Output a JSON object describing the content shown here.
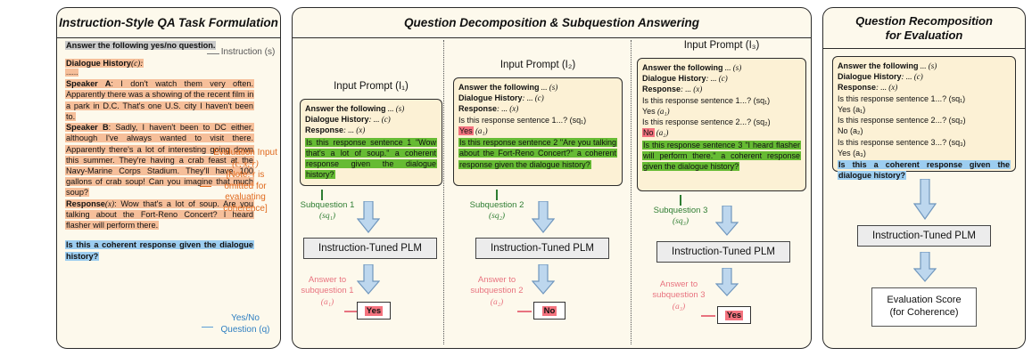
{
  "panels": {
    "left": {
      "title": "Instruction-Style QA Task Formulation",
      "instruction_text": "Answer the following yes/no question.",
      "dialogue_history_label": "Dialogue History",
      "dialogue_history_var": "(c):",
      "ellipsis": "......",
      "speaker_a": "Speaker A",
      "speaker_a_text": ": I don't watch them very often. Apparently there was a showing of the recent film in a park in D.C. That's one U.S. city I haven't been to.",
      "speaker_b": "Speaker B",
      "speaker_b_text": ": Sadly, I haven't been to DC either, although I've always wanted to visit there. Apparently there's a lot of interesting going down this summer. They're having a crab feast at the Navy-Marine Corps Stadium. They'll have 100 gallons of crab soup! Can you imagine that much soup?",
      "response_label": "Response",
      "response_var": "(x)",
      "response_text": ": Wow that's a lot of soup. Are you talking about the Fort-Reno Concert? I heard flasher will perform there.",
      "question_text": "Is this a coherent response given the dialogue history?",
      "ann_instruction": "Instruction (s)",
      "ann_eval_input_line1": "Evaluation Input",
      "ann_eval_input_line2": "(c, x, r)",
      "ann_eval_input_line3": "[Note: r is",
      "ann_eval_input_line4": "omitted for",
      "ann_eval_input_line5": "evaluating",
      "ann_eval_input_line6": "coherence]",
      "ann_yesno_line1": "Yes/No",
      "ann_yesno_line2": "Question (q)"
    },
    "middle": {
      "title": "Question Decomposition & Subquestion Answering",
      "columns": [
        {
          "prompt_label": "Input Prompt (I₁)",
          "lines": [
            {
              "bold_part": "Answer the following",
              "rest": " ... (s)"
            },
            {
              "bold_part": "Dialogue History",
              "rest": ": ... (c)"
            },
            {
              "bold_part": "Response",
              "rest": ": ... (x)"
            }
          ],
          "highlighted_question": "Is this response sentence 1 \"Wow that's a lot of soup.\" a coherent response given the dialogue history?",
          "sq_label_line1": "Subquestion 1",
          "sq_label_line2": "(sq₁)",
          "plm_label": "Instruction-Tuned PLM",
          "ans_label_line1": "Answer to",
          "ans_label_line2": "subquestion 1",
          "ans_label_line3": "(a₁)",
          "answer": "Yes"
        },
        {
          "prompt_label": "Input Prompt (I₂)",
          "lines": [
            {
              "bold_part": "Answer the following",
              "rest": " ... (s)"
            },
            {
              "bold_part": "Dialogue History",
              "rest": ": ... (c)"
            },
            {
              "bold_part": "Response",
              "rest": ": ... (x)"
            }
          ],
          "prev_q1": "Is this response sentence 1...? (sq₁)",
          "prev_a1": "Yes",
          "prev_a1_var": " (a₁)",
          "highlighted_question": "Is this response sentence 2 \"Are you talking about the Fort-Reno Concert?\" a coherent response given the dialogue history?",
          "sq_label_line1": "Subquestion 2",
          "sq_label_line2": "(sq₂)",
          "plm_label": "Instruction-Tuned PLM",
          "ans_label_line1": "Answer to",
          "ans_label_line2": "subquestion 2",
          "ans_label_line3": "(a₂)",
          "answer": "No"
        },
        {
          "prompt_label": "Input Prompt (I₃)",
          "lines": [
            {
              "bold_part": "Answer the following",
              "rest": " ... (s)"
            },
            {
              "bold_part": "Dialogue History",
              "rest": ": ... (c)"
            },
            {
              "bold_part": "Response",
              "rest": ": ... (x)"
            }
          ],
          "prev_q1": "Is this response sentence 1...? (sq₁)",
          "prev_a1": "Yes",
          "prev_a1_var": " (a₁)",
          "prev_q2": "Is this response sentence 2...? (sq₂)",
          "prev_a2": "No",
          "prev_a2_var": " (a₂)",
          "highlighted_question": "Is this response sentence 3 \"I heard flasher will perform there.\" a coherent response given the dialogue history?",
          "sq_label_line1": "Subquestion 3",
          "sq_label_line2": "(sq₃)",
          "plm_label": "Instruction-Tuned PLM",
          "ans_label_line1": "Answer to",
          "ans_label_line2": "subquestion 3",
          "ans_label_line3": "(a₃)",
          "answer": "Yes"
        }
      ]
    },
    "right": {
      "title_line1": "Question Recomposition",
      "title_line2": "for Evaluation",
      "lines": [
        {
          "bold_part": "Answer the following",
          "rest": " ... (s)"
        },
        {
          "bold_part": "Dialogue History",
          "rest": ": ... (c)"
        },
        {
          "bold_part": "Response",
          "rest": ": ... (x)"
        }
      ],
      "q1": "Is this response sentence 1...? (sq₁)",
      "a1": "Yes (a₁)",
      "q2": "Is this response sentence 2...? (sq₂)",
      "a2": "No (a₂)",
      "q3": "Is this response sentence 3...? (sq₃)",
      "a3": "Yes (a₃)",
      "final_question": "Is this a coherent response given the dialogue history?",
      "plm_label": "Instruction-Tuned PLM",
      "eval_line1": "Evaluation Score",
      "eval_line2": "(for Coherence)"
    }
  },
  "colors": {
    "panel_bg": "#fdf9ec",
    "prompt_bg": "#fcf1d5",
    "highlight_gray": "#c9c9c9",
    "highlight_orange": "#f6bf9a",
    "highlight_blue": "#9ccdf0",
    "highlight_green": "#66bb33",
    "highlight_red": "#f4737f",
    "arrow_fill": "#bdd7ee",
    "green_text": "#2e7d32",
    "red_text": "#e8737f",
    "orange_text": "#e06a1e",
    "blue_text": "#2f7fc1"
  }
}
